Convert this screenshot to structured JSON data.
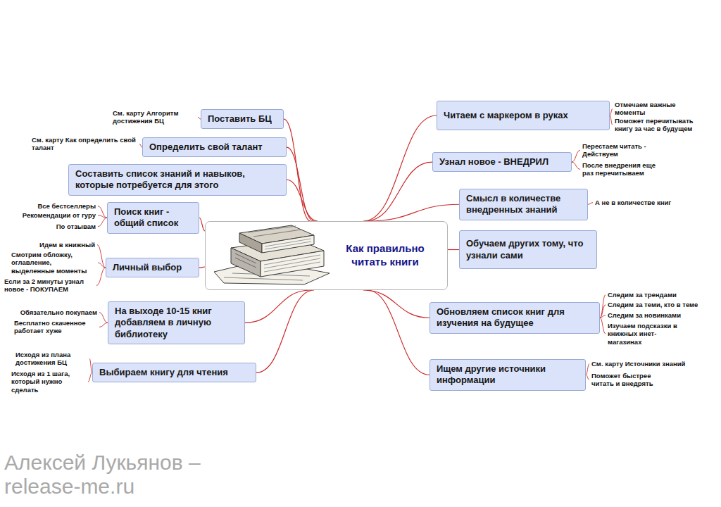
{
  "diagram": {
    "nodes": [
      {
        "text": [
          "Как правильно читать книги"
        ]
      },
      {
        "text": [
          "Поставить БЦ"
        ]
      },
      {
        "text": [
          "Определить свой талант"
        ]
      },
      {
        "text": [
          "Составить список знаний и навыков, которые потребуется для этого"
        ]
      },
      {
        "text": [
          "Поиск книг - общий список"
        ]
      },
      {
        "text": [
          "Личный выбор"
        ]
      },
      {
        "text": [
          "На выходе 10-15 книг добавляем в личную библиотеку"
        ]
      },
      {
        "text": [
          "Выбираем книгу для чтения"
        ]
      },
      {
        "text": [
          "Читаем с маркером в руках"
        ]
      },
      {
        "text": [
          "Узнал новое - ВНЕДРИЛ"
        ]
      },
      {
        "text": [
          "Смысл в количестве внедренных знаний"
        ]
      },
      {
        "text": [
          "Обучаем других тому, что узнали сами"
        ]
      },
      {
        "text": [
          "Обновляем список книг для изучения на будущее"
        ]
      },
      {
        "text": [
          "Ищем другие источники информации"
        ]
      }
    ],
    "edges": [
      {
        "from": 0,
        "to": 1,
        "arrow": "none"
      },
      {
        "from": 0,
        "to": 2,
        "arrow": "none"
      },
      {
        "from": 0,
        "to": 3,
        "arrow": "none"
      },
      {
        "from": 0,
        "to": 4,
        "arrow": "none"
      },
      {
        "from": 0,
        "to": 5,
        "arrow": "none"
      },
      {
        "from": 0,
        "to": 6,
        "arrow": "none"
      },
      {
        "from": 0,
        "to": 7,
        "arrow": "none"
      },
      {
        "from": 0,
        "to": 8,
        "arrow": "none"
      },
      {
        "from": 0,
        "to": 9,
        "arrow": "none"
      },
      {
        "from": 0,
        "to": 10,
        "arrow": "none"
      },
      {
        "from": 0,
        "to": 11,
        "arrow": "none"
      },
      {
        "from": 0,
        "to": 12,
        "arrow": "none"
      },
      {
        "from": 0,
        "to": 13,
        "arrow": "none"
      }
    ],
    "labels": [
      "См. карту Алгоритм достижения БЦ",
      "См. карту Как определить свой талант",
      "Все бестселлеры",
      "Рекомендации от гуру",
      "По отзывам",
      "Идем в книжный",
      "Смотрим обложку, оглавление, выделенные моменты",
      "Если за 2 минуты узнал новое - ПОКУПАЕМ",
      "Обязательно покупаем",
      "Бесплатно скаченное работает хуже",
      "Исходя из плана достижения БЦ",
      "Исходя из 1 шага, который нужно сделать",
      "Отмечаем важные моменты",
      "Поможет перечитывать книгу за час в будущем",
      "Перестаем читать - Действуем",
      "После внедрения еще раз перечитываем",
      "А не в количестве книг",
      "Следим за трендами",
      "Следим за теми, кто в теме",
      "Следим за новинками",
      "Изучаем подсказки в книжных инет-магазинах",
      "См. карту Источники знаний",
      "Поможет быстрее читать и внедрять",
      "Алексей Лукьянов – release-me.ru"
    ]
  }
}
